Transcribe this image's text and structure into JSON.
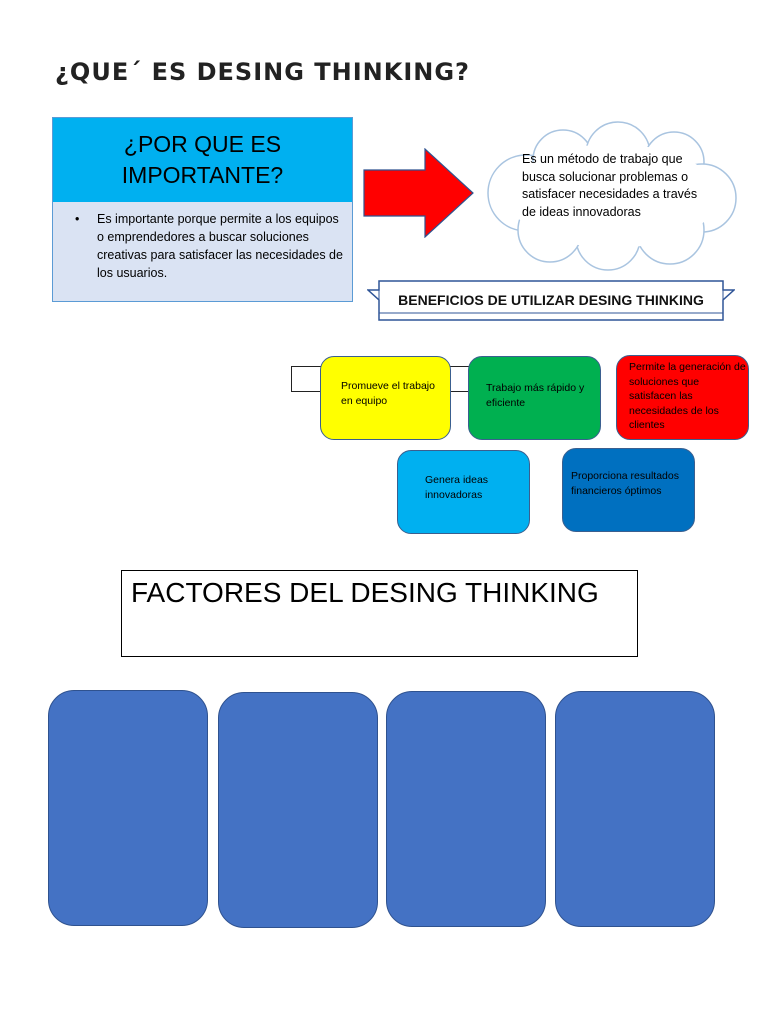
{
  "document": {
    "title": "¿QUE´ ES DESING THINKING?"
  },
  "importance": {
    "heading": "¿POR QUE ES IMPORTANTE?",
    "bullet": "Es importante porque permite a los equipos o emprendedores a buscar soluciones creativas para satisfacer las necesidades de los usuarios."
  },
  "definition": {
    "text": "Es un método de trabajo que busca solucionar problemas o satisfacer necesidades a través de ideas innovadoras"
  },
  "benefits": {
    "heading": "BENEFICIOS DE UTILIZAR DESING THINKING",
    "items": [
      {
        "text": "Promueve el trabajo en equipo",
        "color": "#ffff00"
      },
      {
        "text": "Trabajo más rápido y eficiente",
        "color": "#00b050"
      },
      {
        "text": "Permite la generación de soluciones que satisfacen las necesidades de los clientes",
        "color": "#ff0000"
      },
      {
        "text": "Genera ideas innovadoras",
        "color": "#00b0f0"
      },
      {
        "text": "Proporciona resultados financieros óptimos",
        "color": "#0070c0"
      }
    ]
  },
  "factors": {
    "heading": "FACTORES DEL DESING THINKING",
    "box_color": "#4472c4"
  },
  "colors": {
    "arrow": "#ff0000",
    "heading_panel": "#00b0f0",
    "panel_body": "#dae3f3",
    "cloud_outline": "#a9c4e0"
  }
}
